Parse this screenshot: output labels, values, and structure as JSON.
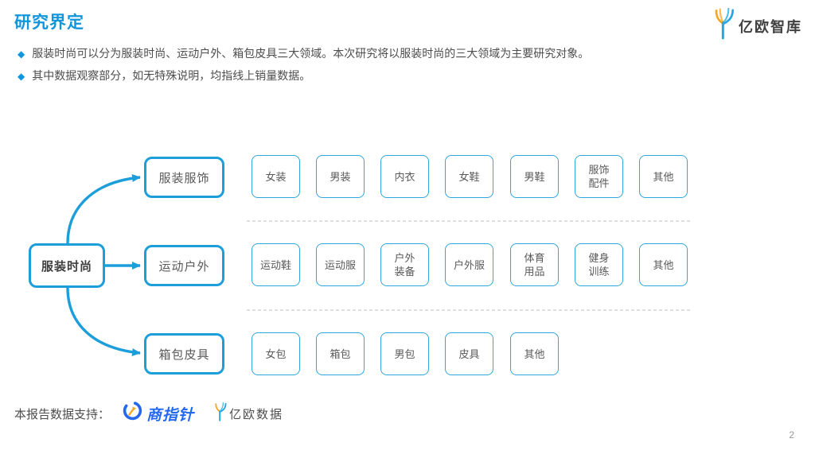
{
  "page": {
    "title": "研究界定",
    "page_number": "2"
  },
  "header": {
    "brand": "亿欧智库"
  },
  "bullets": [
    "服装时尚可以分为服装时尚、运动户外、箱包皮具三大领域。本次研究将以服装时尚的三大领域为主要研究对象。",
    "其中数据观察部分，如无特殊说明，均指线上销量数据。"
  ],
  "diagram": {
    "root": "服装时尚",
    "branches": [
      {
        "label": "服装服饰",
        "children": [
          "女装",
          "男装",
          "内衣",
          "女鞋",
          "男鞋",
          "服饰\n配件",
          "其他"
        ]
      },
      {
        "label": "运动户外",
        "children": [
          "运动鞋",
          "运动服",
          "户外\n装备",
          "户外服",
          "体育\n用品",
          "健身\n训练",
          "其他"
        ]
      },
      {
        "label": "箱包皮具",
        "children": [
          "女包",
          "箱包",
          "男包",
          "皮具",
          "其他"
        ]
      }
    ]
  },
  "footer": {
    "support_label": "本报告数据支持：",
    "partners": [
      "商指针",
      "亿欧数据"
    ]
  },
  "colors": {
    "accent_blue": "#1c9edb",
    "title_blue": "#1296db",
    "partner_blue": "#2468f2",
    "logo_orange": "#f6a623",
    "divider_gray": "#bdbdbd"
  }
}
